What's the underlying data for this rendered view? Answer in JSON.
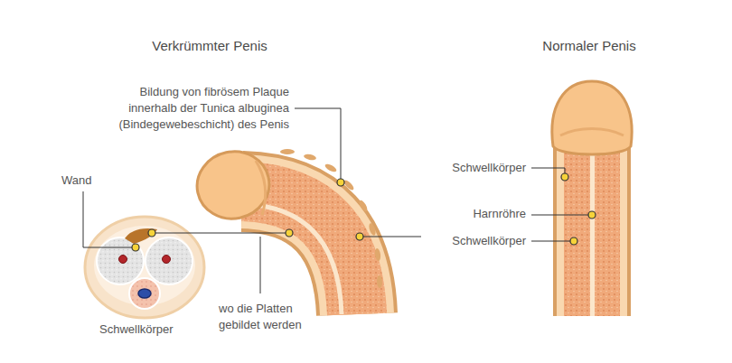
{
  "diagram": {
    "labels": [
      "Verkrümmter Penis",
      "Normaler Penis",
      "Bildung von fibrösem Plaque innerhalb der Tunica albuginea (Bindegewebeschicht) des Penis",
      "Wand",
      "wo die Platten gebildet werden",
      "Schwellkörper",
      "Schwellkörper",
      "Harnröhre",
      "Schwellkörper"
    ]
  }
}
